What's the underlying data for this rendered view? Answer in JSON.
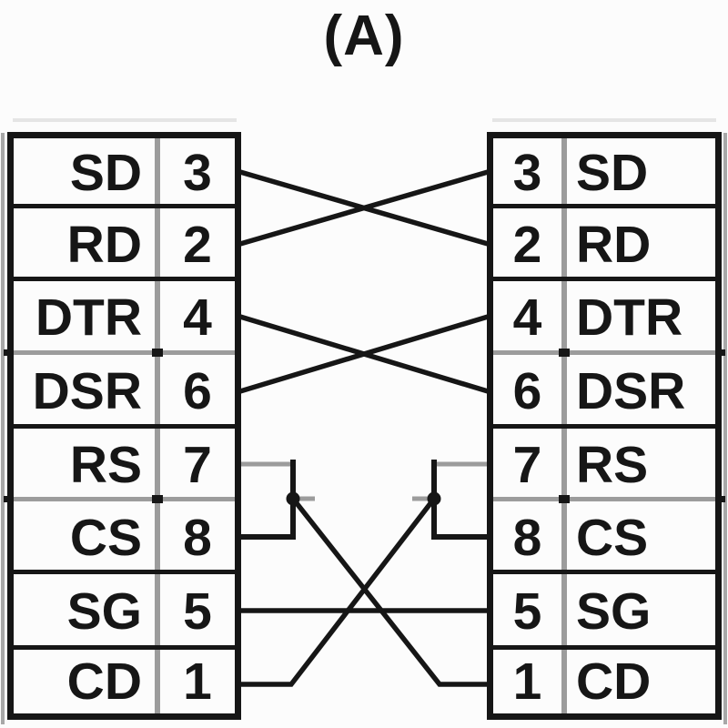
{
  "title": "(A)",
  "colors": {
    "line": "#161616",
    "divider_gray": "#9c9c9c",
    "background": "#fcfcfc"
  },
  "left_connector": {
    "rows": [
      {
        "signal": "SD",
        "pin": "3"
      },
      {
        "signal": "RD",
        "pin": "2"
      },
      {
        "signal": "DTR",
        "pin": "4"
      },
      {
        "signal": "DSR",
        "pin": "6"
      },
      {
        "signal": "RS",
        "pin": "7"
      },
      {
        "signal": "CS",
        "pin": "8"
      },
      {
        "signal": "SG",
        "pin": "5"
      },
      {
        "signal": "CD",
        "pin": "1"
      }
    ]
  },
  "right_connector": {
    "rows": [
      {
        "pin": "3",
        "signal": "SD"
      },
      {
        "pin": "2",
        "signal": "RD"
      },
      {
        "pin": "4",
        "signal": "DTR"
      },
      {
        "pin": "6",
        "signal": "DSR"
      },
      {
        "pin": "7",
        "signal": "RS"
      },
      {
        "pin": "8",
        "signal": "CS"
      },
      {
        "pin": "5",
        "signal": "SG"
      },
      {
        "pin": "1",
        "signal": "CD"
      }
    ]
  },
  "connections": [
    {
      "from": "left pin 3 (SD)",
      "to": "right pin 2 (RD)",
      "type": "crossed"
    },
    {
      "from": "left pin 2 (RD)",
      "to": "right pin 3 (SD)",
      "type": "crossed"
    },
    {
      "from": "left pin 4 (DTR)",
      "to": "right pin 6 (DSR)",
      "type": "crossed"
    },
    {
      "from": "left pin 6 (DSR)",
      "to": "right pin 4 (DTR)",
      "type": "crossed"
    },
    {
      "from": "left pin 7 (RS)",
      "to": "left pin 8 (CS)",
      "type": "local jumper"
    },
    {
      "from": "right pin 7 (RS)",
      "to": "right pin 8 (CS)",
      "type": "local jumper"
    },
    {
      "from": "left RS/CS jumper",
      "to": "right pin 1 (CD)",
      "type": "crossed"
    },
    {
      "from": "right RS/CS jumper",
      "to": "left pin 1 (CD)",
      "type": "crossed"
    },
    {
      "from": "left pin 5 (SG)",
      "to": "right pin 5 (SG)",
      "type": "straight"
    }
  ]
}
